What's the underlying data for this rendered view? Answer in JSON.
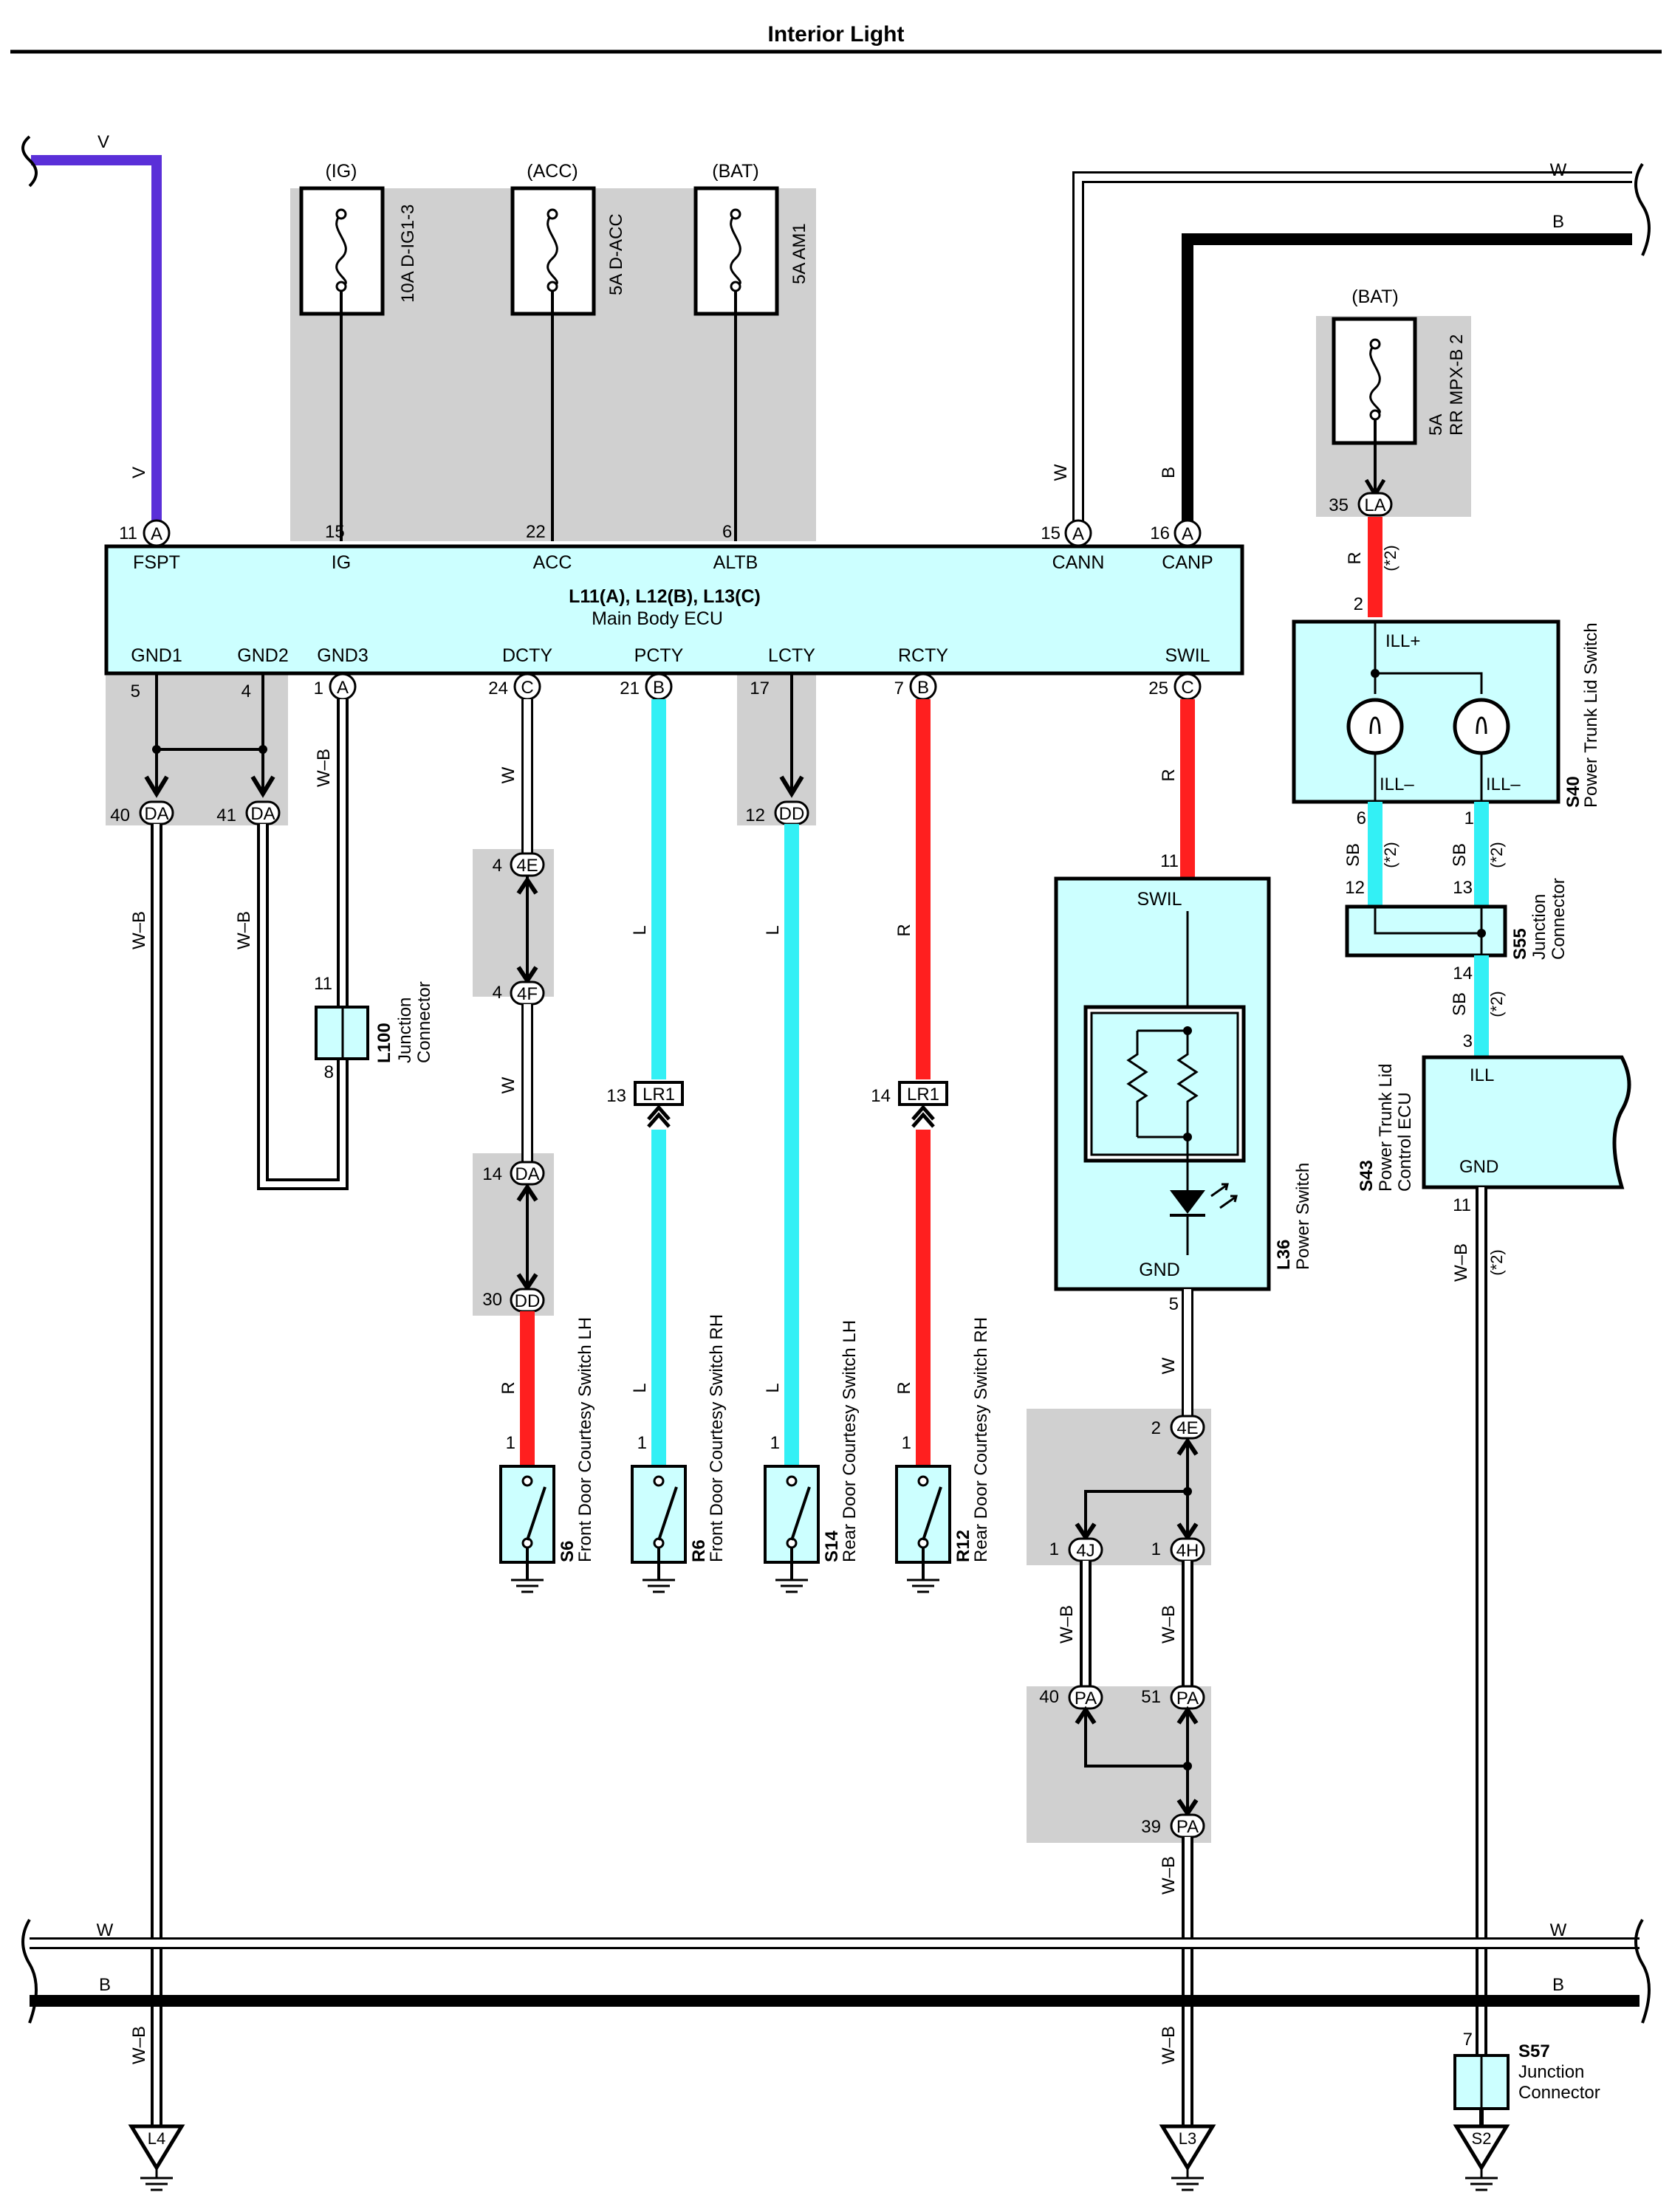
{
  "title": "Interior Light",
  "ecu": {
    "name": "L11(A), L12(B), L13(C)",
    "desc": "Main Body ECU"
  },
  "ecu_top_pins": [
    {
      "label": "FSPT",
      "num": "11",
      "conn": "A"
    },
    {
      "label": "IG",
      "num": "15",
      "conn": ""
    },
    {
      "label": "ACC",
      "num": "22",
      "conn": ""
    },
    {
      "label": "ALTB",
      "num": "6",
      "conn": ""
    },
    {
      "label": "CANN",
      "num": "15",
      "conn": "A"
    },
    {
      "label": "CANP",
      "num": "16",
      "conn": "A"
    }
  ],
  "ecu_bottom_pins": [
    {
      "label": "GND1",
      "num": "5",
      "conn": ""
    },
    {
      "label": "GND2",
      "num": "4",
      "conn": ""
    },
    {
      "label": "GND3",
      "num": "1",
      "conn": "A"
    },
    {
      "label": "DCTY",
      "num": "24",
      "conn": "C"
    },
    {
      "label": "PCTY",
      "num": "21",
      "conn": "B"
    },
    {
      "label": "LCTY",
      "num": "17",
      "conn": ""
    },
    {
      "label": "RCTY",
      "num": "7",
      "conn": "B"
    },
    {
      "label": "SWIL",
      "num": "25",
      "conn": "C"
    }
  ],
  "fuses": [
    {
      "supply": "(IG)",
      "name": "10A D-IG1-3"
    },
    {
      "supply": "(ACC)",
      "name": "5A D-ACC"
    },
    {
      "supply": "(BAT)",
      "name": "5A AM1"
    },
    {
      "supply": "(BAT)",
      "name": "5A",
      "name2": "RR MPX-B 2"
    }
  ],
  "wire_colors": {
    "V": "V",
    "W": "W",
    "B": "B",
    "R": "R",
    "L": "L",
    "WB": "W–B",
    "SB": "SB"
  },
  "connectors": {
    "DA": "DA",
    "DD": "DD",
    "E4": "4E",
    "F4": "4F",
    "LR1": "LR1",
    "LA": "LA",
    "J4": "4J",
    "H4": "4H",
    "PA": "PA"
  },
  "numbers": [
    "40",
    "41",
    "12",
    "4",
    "4",
    "14",
    "30",
    "13",
    "14",
    "11",
    "8",
    "35",
    "2",
    "6",
    "1",
    "12",
    "13",
    "14",
    "3",
    "11",
    "11",
    "5",
    "2",
    "1",
    "1",
    "40",
    "51",
    "39",
    "1",
    "1",
    "1",
    "1",
    "7"
  ],
  "note": "(*2)",
  "components": {
    "L100": {
      "code": "L100",
      "name1": "Junction",
      "name2": "Connector"
    },
    "S6": {
      "code": "S6",
      "name": "Front Door Courtesy Switch LH"
    },
    "R6": {
      "code": "R6",
      "name": "Front Door Courtesy Switch RH"
    },
    "S14": {
      "code": "S14",
      "name": "Rear Door Courtesy Switch LH"
    },
    "R12": {
      "code": "R12",
      "name": "Rear Door Courtesy Switch RH"
    },
    "L36": {
      "code": "L36",
      "name": "Power Switch",
      "pin_top": "SWIL",
      "pin_bottom": "GND"
    },
    "S40": {
      "code": "S40",
      "name": "Power Trunk Lid Switch",
      "pin_ill_plus": "ILL+",
      "pin_ill_minus": "ILL–"
    },
    "S55": {
      "code": "S55",
      "name1": "Junction",
      "name2": "Connector"
    },
    "S43": {
      "code": "S43",
      "name1": "Power Trunk Lid",
      "name2": "Control ECU",
      "pin_ill": "ILL",
      "pin_gnd": "GND"
    },
    "S57": {
      "code": "S57",
      "name1": "Junction",
      "name2": "Connector"
    }
  },
  "grounds": [
    "L4",
    "L3",
    "S2"
  ],
  "colors": {
    "violet": "#5a2fd8",
    "red": "#ff1f1f",
    "cyan": "#33f0f5",
    "box": "#ccffff",
    "shade": "#d0d0d0",
    "black": "#000000"
  }
}
